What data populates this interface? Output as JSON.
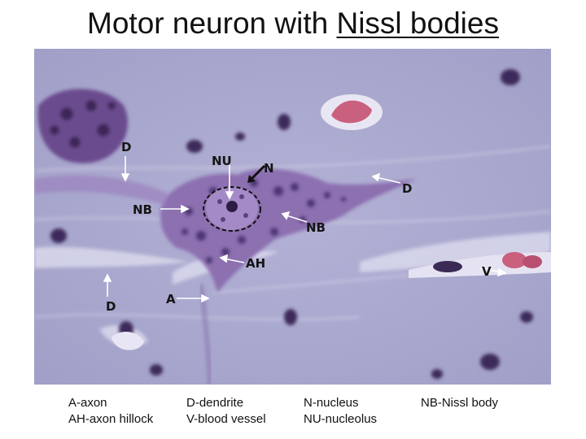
{
  "title": {
    "prefix": "Motor neuron with ",
    "underlined": "Nissl bodies"
  },
  "micrograph": {
    "stain_colors": {
      "background": "#a6a6cd",
      "cytoplasm": "#8c6fb0",
      "nucleus": "#4a3368",
      "vessel": "#c9607e"
    },
    "labels": {
      "d_top_left": "D",
      "nu": "NU",
      "n": "N",
      "d_right": "D",
      "nb_left": "NB",
      "nb_right": "NB",
      "ah": "AH",
      "v": "V",
      "d_bottom_left": "D",
      "a": "A"
    }
  },
  "legend": {
    "col1": [
      "A-axon",
      "AH-axon hillock"
    ],
    "col2": [
      "D-dendrite",
      "V-blood vessel"
    ],
    "col3": [
      "N-nucleus",
      "NU-nucleolus"
    ],
    "col4": [
      "NB-Nissl body"
    ]
  }
}
